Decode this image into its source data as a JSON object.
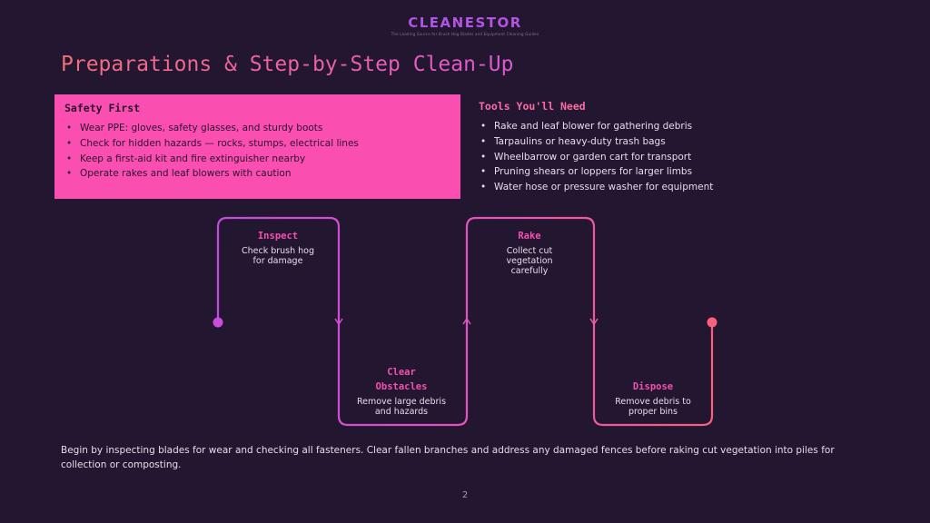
{
  "logo": {
    "wordmark": "CLEANESTOR",
    "tagline": "The Leading Source for Brush Hog Blades and Equipment Cleaning Guides"
  },
  "title": "Preparations & Step-by-Step Clean-Up",
  "safety": {
    "heading": "Safety First",
    "items": [
      "Wear PPE: gloves, safety glasses, and sturdy boots",
      "Check for hidden hazards — rocks, stumps, electrical lines",
      "Keep a first-aid kit and fire extinguisher nearby",
      "Operate rakes and leaf blowers with caution"
    ]
  },
  "tools": {
    "heading": "Tools You'll Need",
    "items": [
      "Rake and leaf blower for gathering debris",
      "Tarpaulins or heavy-duty trash bags",
      "Wheelbarrow or garden cart for transport",
      "Pruning shears or loppers for larger limbs",
      "Water hose or pressure washer for equipment"
    ]
  },
  "steps": [
    {
      "title": "Inspect",
      "desc": "Check brush hog for damage"
    },
    {
      "title": "Clear Obstacles",
      "desc": "Remove large debris and hazards"
    },
    {
      "title": "Rake",
      "desc": "Collect cut vegetation carefully"
    },
    {
      "title": "Dispose",
      "desc": "Remove debris to proper bins"
    }
  ],
  "summary": "Begin by inspecting blades for wear and checking all fasteners. Clear fallen branches and address any damaged fences before raking cut vegetation into piles for collection or composting.",
  "page_number": "2",
  "colors": {
    "background": "#231630",
    "accent_pink": "#fa4fb0",
    "accent_purple": "#c94ee0",
    "end_dot": "#f8607e"
  }
}
